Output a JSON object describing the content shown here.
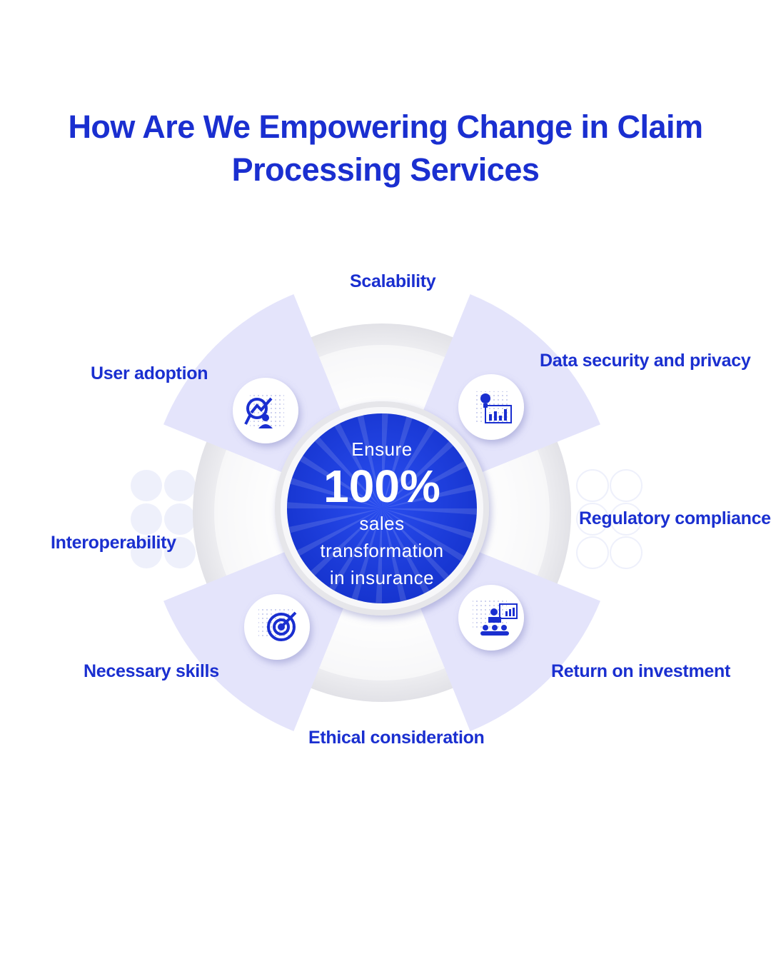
{
  "title": "How Are We Empowering Change in Claim Processing Services",
  "center": {
    "line1": "Ensure",
    "value": "100%",
    "line2": "sales",
    "line3": "transformation",
    "line4": "in insurance"
  },
  "labels": {
    "top": "Scalability",
    "top_right": "Data security and privacy",
    "right": "Regulatory compliance",
    "bottom_right": "Return on investment",
    "bottom": "Ethical consideration",
    "bottom_left": "Necessary skills",
    "left": "Interoperability",
    "top_left": "User adoption"
  },
  "icons": [
    "growth-analysis-icon",
    "idea-chart-icon",
    "target-icon",
    "presentation-icon"
  ],
  "colors": {
    "accent": "#1a2fd0",
    "center": "#1b3fd8",
    "wedge": "#e4e4fb"
  }
}
